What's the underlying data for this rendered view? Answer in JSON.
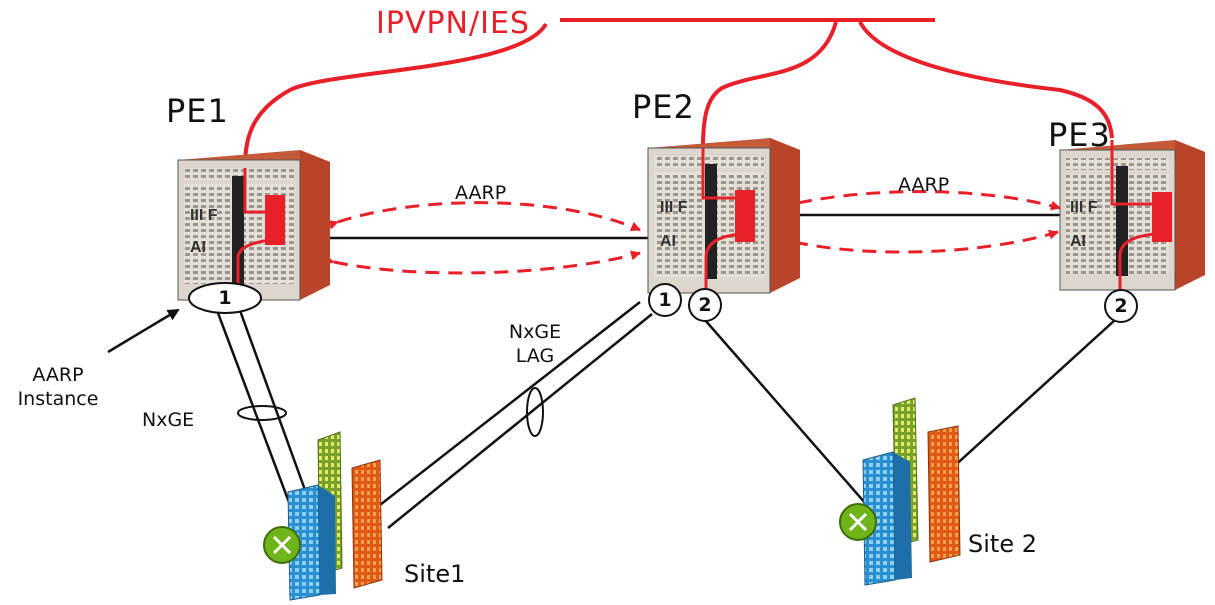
{
  "ipvpn_label": "IPVPN/IES",
  "routers": {
    "pe1": "PE1",
    "pe2": "PE2",
    "pe3": "PE3"
  },
  "links": {
    "aarp_1": "AARP",
    "aarp_2": "AARP",
    "nxge": "NxGE",
    "nxge_lag_line1": "NxGE",
    "nxge_lag_line2": "LAG"
  },
  "callout": {
    "line1": "AARP",
    "line2": "Instance"
  },
  "ports": {
    "pe1_port1": "1",
    "pe2_port1": "1",
    "pe2_port2": "2",
    "pe3_port2": "2"
  },
  "sites": {
    "site1": "Site1",
    "site2": "Site 2"
  },
  "colors": {
    "service": "#e8202a",
    "link": "#111111",
    "chassis_side": "#b8442a",
    "chassis_front": "#dcd6cc"
  }
}
